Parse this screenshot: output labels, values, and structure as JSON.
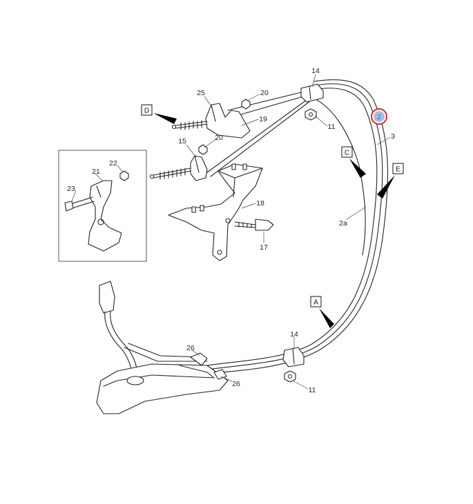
{
  "colors": {
    "line": "#222222",
    "highlight_ring": "#d8242b",
    "highlight_fill": "#a9bde0",
    "highlight_text": "#5a6e9c"
  },
  "callouts": {
    "p14_top": "14",
    "p20_top": "20",
    "p25": "25",
    "p19": "19",
    "p11_top": "11",
    "p2_selected": "2",
    "p3": "3",
    "p15": "15",
    "p20_mid": "20",
    "p22": "22",
    "p21": "21",
    "p23": "23",
    "p18": "18",
    "p17": "17",
    "p2a": "2a",
    "p14_bottom": "14",
    "p11_bottom": "11",
    "p26_top": "26",
    "p26_bottom": "26"
  },
  "view_tags": {
    "A": "A",
    "C": "C",
    "D": "D",
    "E": "E"
  }
}
